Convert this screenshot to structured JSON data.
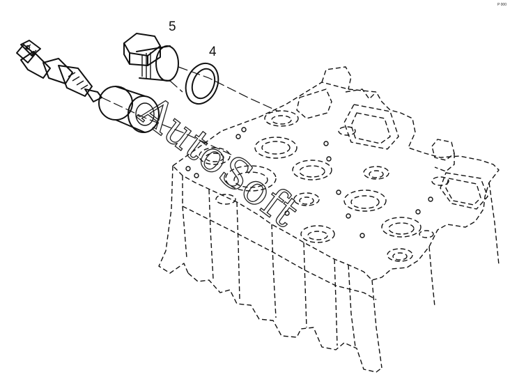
{
  "diagram": {
    "callouts": [
      {
        "id": "5",
        "label": "5"
      },
      {
        "id": "4",
        "label": "4"
      }
    ],
    "corner_mark": "P 000",
    "watermark": "AutoSoft"
  }
}
